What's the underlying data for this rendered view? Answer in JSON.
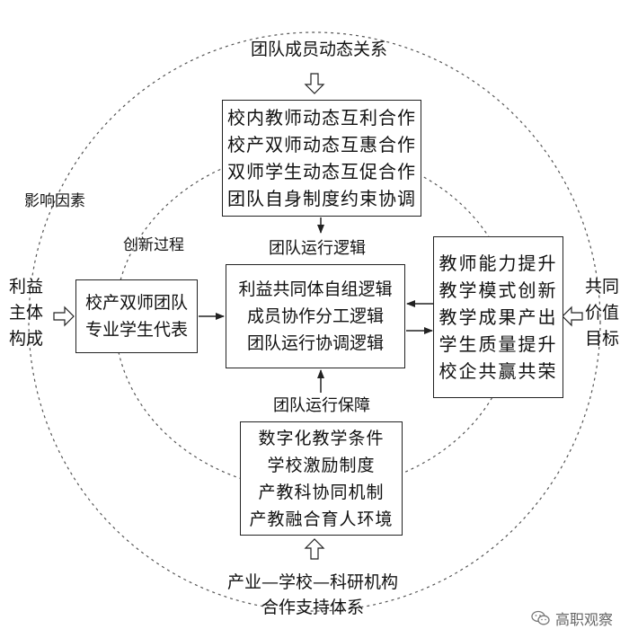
{
  "top_label": "团队成员动态关系",
  "top_box": [
    "校内教师动态互利合作",
    "校产双师动态互惠合作",
    "双师学生动态互促合作",
    "团队自身制度约束协调"
  ],
  "influence_label": "影响因素",
  "innovation_label": "创新过程",
  "left_label": [
    "利益",
    "主体",
    "构成"
  ],
  "left_box": [
    "校产双师团队",
    "专业学生代表"
  ],
  "logic_label": "团队运行逻辑",
  "center_box": [
    "利益共同体自组逻辑",
    "成员协作分工逻辑",
    "团队运行协调逻辑"
  ],
  "right_box": [
    "教师能力提升",
    "教学模式创新",
    "教学成果产出",
    "学生质量提升",
    "校企共赢共荣"
  ],
  "right_label": [
    "共同",
    "价值",
    "目标"
  ],
  "guarantee_label": "团队运行保障",
  "bottom_box": [
    "数字化教学条件",
    "学校激励制度",
    "产教科协同机制",
    "产教融合育人环境"
  ],
  "bottom_label": [
    "产业—学校—科研机构",
    "合作支持体系"
  ],
  "watermark": "高职观察"
}
